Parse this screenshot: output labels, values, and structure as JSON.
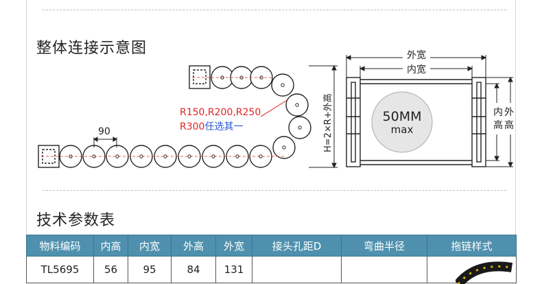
{
  "sections": {
    "diagram_title": "整体连接示意图",
    "params_title": "技术参数表"
  },
  "diagram": {
    "pitch_label": "90",
    "radius_line1": "R150,R200,R250",
    "radius_line2_red": "R300",
    "radius_line2_blue": "任选其一",
    "height_label": "H=2×R+外高",
    "outer_width_label": "外宽",
    "inner_width_label": "内宽",
    "inner_height_label": "内高",
    "outer_height_label": "外高",
    "inner_height_char1": "内",
    "inner_height_char2": "高",
    "outer_height_char1": "外",
    "outer_height_char2": "高",
    "cable_size": "50MM",
    "cable_max": "max"
  },
  "table": {
    "headers": [
      "物料编码",
      "内高",
      "内宽",
      "外高",
      "外宽",
      "接头孔距D",
      "弯曲半径",
      "拖链样式"
    ],
    "rows": [
      [
        "TL5695",
        "56",
        "95",
        "84",
        "131",
        "",
        "",
        ""
      ]
    ]
  },
  "colors": {
    "header_bg": "#4e90ad",
    "red_text": "#e02424",
    "blue_text": "#2a57d6",
    "circle_fill": "#e6e6e6"
  }
}
